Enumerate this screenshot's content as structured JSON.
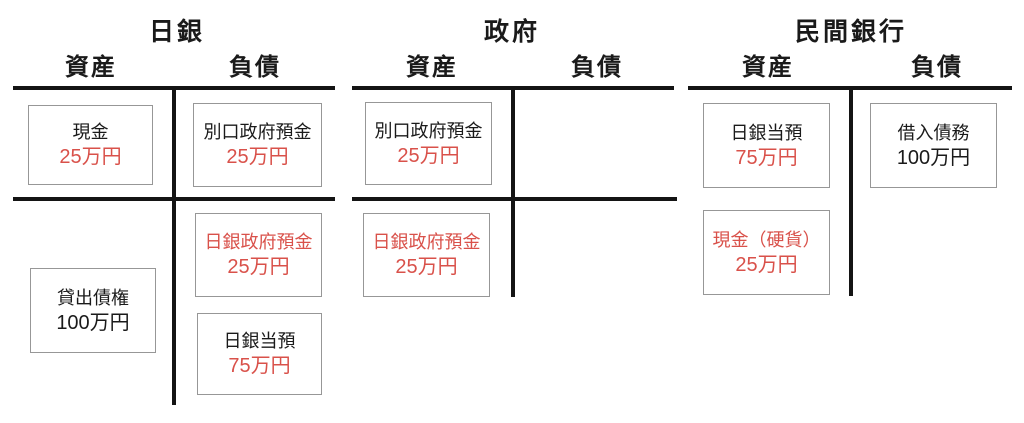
{
  "colors": {
    "highlight_red": "#d9514a",
    "text_black": "#1a1a1a",
    "line_black": "#141414",
    "box_border": "#979797",
    "background": "#ffffff"
  },
  "sections": [
    {
      "title": "日銀",
      "assets_header": "資産",
      "liabilities_header": "負債",
      "boxes": [
        {
          "side": "assets",
          "label": "現金",
          "value": "25万円",
          "label_color": "#1a1a1a",
          "value_color": "#d9514a"
        },
        {
          "side": "assets",
          "label": "貸出債権",
          "value": "100万円",
          "label_color": "#1a1a1a",
          "value_color": "#1a1a1a"
        },
        {
          "side": "liabilities",
          "label": "別口政府預金",
          "value": "25万円",
          "label_color": "#1a1a1a",
          "value_color": "#d9514a"
        },
        {
          "side": "liabilities",
          "label": "日銀政府預金",
          "value": "25万円",
          "label_color": "#d9514a",
          "value_color": "#d9514a"
        },
        {
          "side": "liabilities",
          "label": "日銀当預",
          "value": "75万円",
          "label_color": "#1a1a1a",
          "value_color": "#d9514a"
        }
      ]
    },
    {
      "title": "政府",
      "assets_header": "資産",
      "liabilities_header": "負債",
      "boxes": [
        {
          "side": "assets",
          "label": "別口政府預金",
          "value": "25万円",
          "label_color": "#1a1a1a",
          "value_color": "#d9514a"
        },
        {
          "side": "assets",
          "label": "日銀政府預金",
          "value": "25万円",
          "label_color": "#d9514a",
          "value_color": "#d9514a"
        }
      ]
    },
    {
      "title": "民間銀行",
      "assets_header": "資産",
      "liabilities_header": "負債",
      "boxes": [
        {
          "side": "assets",
          "label": "日銀当預",
          "value": "75万円",
          "label_color": "#1a1a1a",
          "value_color": "#d9514a"
        },
        {
          "side": "assets",
          "label": "現金（硬貨）",
          "value": "25万円",
          "label_color": "#d9514a",
          "value_color": "#d9514a"
        },
        {
          "side": "liabilities",
          "label": "借入債務",
          "value": "100万円",
          "label_color": "#1a1a1a",
          "value_color": "#1a1a1a"
        }
      ]
    }
  ]
}
